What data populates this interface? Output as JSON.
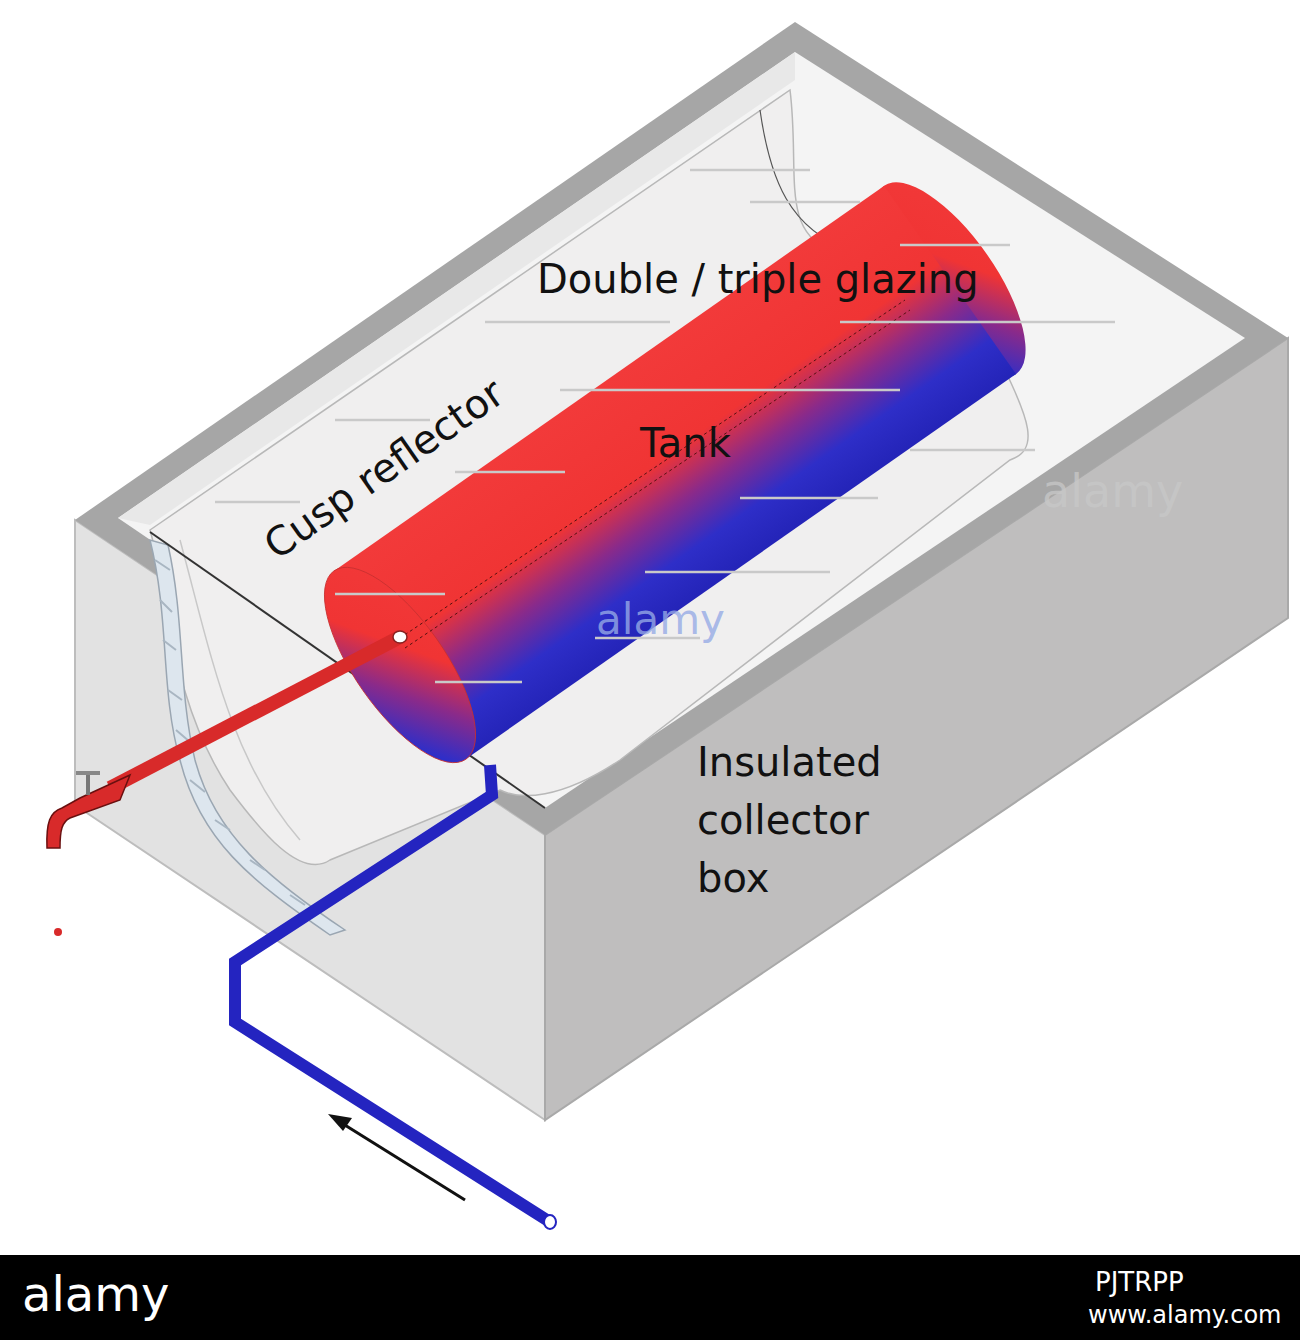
{
  "diagram": {
    "labels": [
      "Double / triple glazing",
      "Cusp reflector",
      "Tank",
      "Insulated collector box",
      "alamy",
      "alamy",
      "alamy",
      "PJTRPP",
      "www.alamy.com"
    ]
  }
}
